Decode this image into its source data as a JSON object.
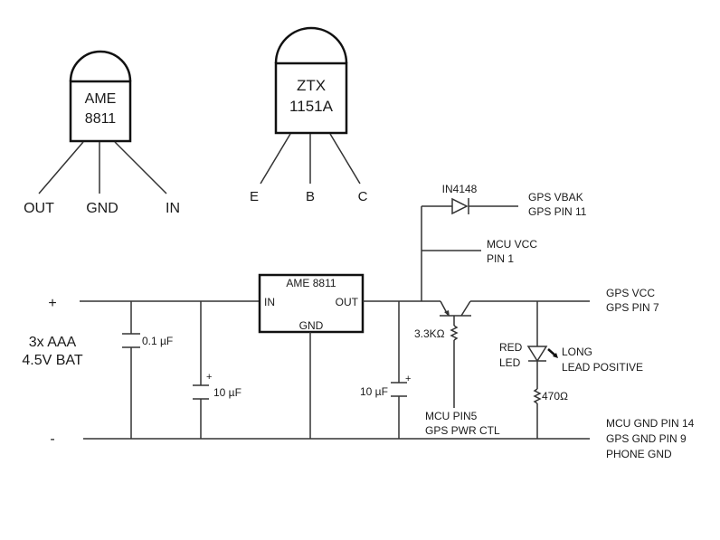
{
  "packages": {
    "regulator": {
      "line1": "AME",
      "line2": "8811",
      "pins": [
        "OUT",
        "GND",
        "IN"
      ]
    },
    "transistor": {
      "line1": "ZTX",
      "line2": "1151A",
      "pins": [
        "E",
        "B",
        "C"
      ]
    }
  },
  "schematic": {
    "battery": {
      "plus": "+",
      "minus": "-",
      "line1": "3x AAA",
      "line2": "4.5V BAT"
    },
    "cap1": {
      "value": "0.1 µF"
    },
    "cap2": {
      "value": "10 µF",
      "polarity": "+"
    },
    "regulator": {
      "name": "AME 8811",
      "in": "IN",
      "out": "OUT",
      "gnd": "GND"
    },
    "cap3": {
      "value": "10 µF",
      "polarity": "+"
    },
    "diode": {
      "name": "IN4148",
      "line1": "GPS VBAK",
      "line2": "GPS PIN 11"
    },
    "mcu_vcc": {
      "line1": "MCU VCC",
      "line2": "PIN 1"
    },
    "base_resistor": {
      "value": "3.3KΩ"
    },
    "base_control": {
      "line1": "MCU PIN5",
      "line2": "GPS PWR CTL"
    },
    "gps_vcc": {
      "line1": "GPS VCC",
      "line2": "GPS PIN 7"
    },
    "led": {
      "line1": "RED",
      "line2": "LED",
      "note1": "LONG",
      "note2": "LEAD POSITIVE"
    },
    "led_resistor": {
      "value": "470Ω"
    },
    "ground": {
      "line1": "MCU GND PIN 14",
      "line2": "GPS GND PIN 9",
      "line3": "PHONE GND"
    }
  }
}
